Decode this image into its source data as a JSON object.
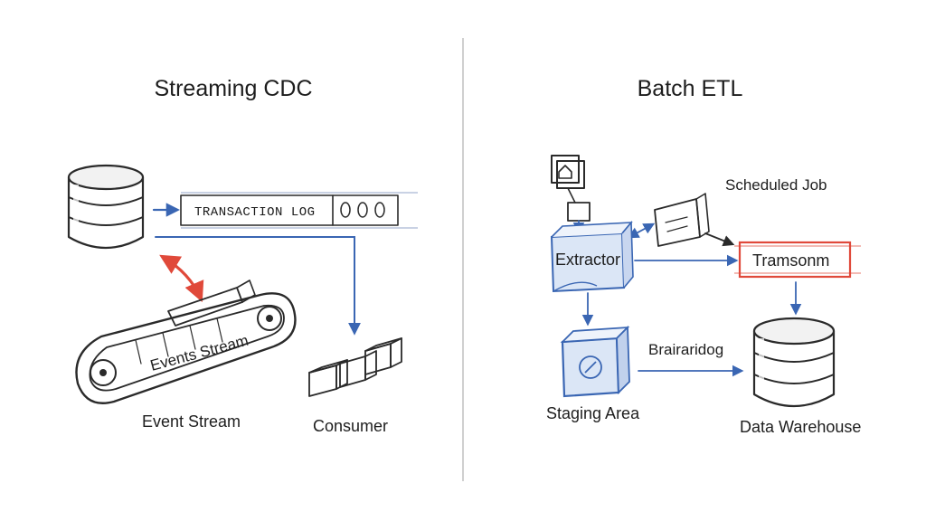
{
  "diagram": {
    "left_title": "Streaming CDC",
    "right_title": "Batch ETL",
    "transaction_log_label": "TRANSACTION LOG",
    "events_stream_belt_label": "Events Stream",
    "event_stream_label": "Event Stream",
    "consumer_label": "Consumer",
    "scheduled_job_label": "Scheduled Job",
    "extractor_label": "Extractor",
    "transform_label": "Tramsonm",
    "staging_area_label": "Staging Area",
    "brairaridog_label": "Brairaridog",
    "data_warehouse_label": "Data Warehouse",
    "colors": {
      "ink": "#2a2a2a",
      "blue": "#3a66b3",
      "red": "#e0493a"
    }
  }
}
